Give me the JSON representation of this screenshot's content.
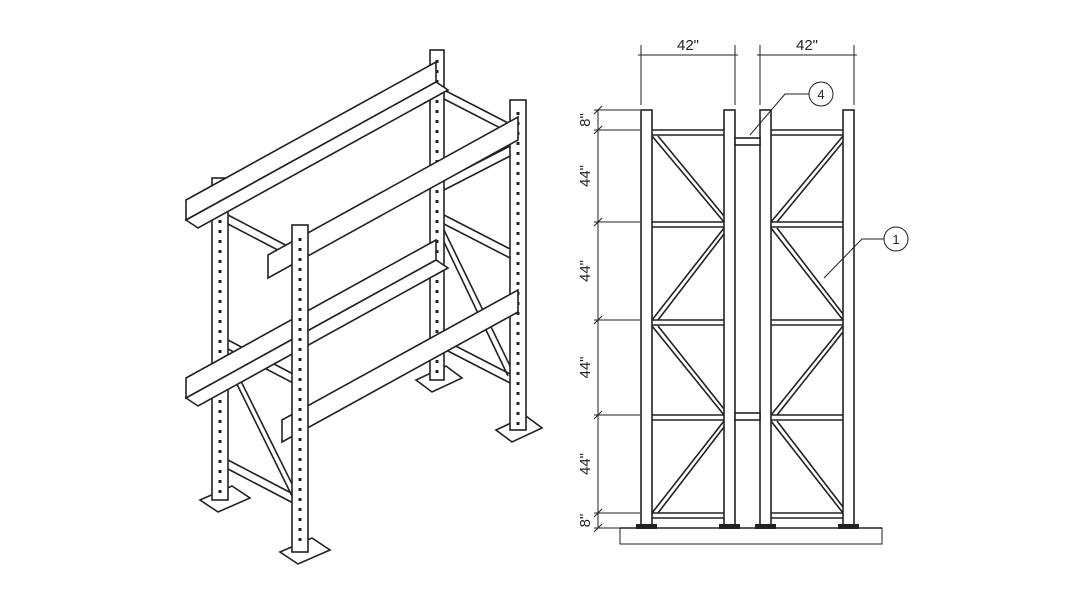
{
  "elevation": {
    "width_dims": [
      "42\"",
      "42\""
    ],
    "height_dims": [
      "8\"",
      "44\"",
      "44\"",
      "44\"",
      "44\"",
      "8\""
    ],
    "callouts": [
      "4",
      "1"
    ]
  },
  "colors": {
    "line": "#222222",
    "background": "#ffffff"
  }
}
